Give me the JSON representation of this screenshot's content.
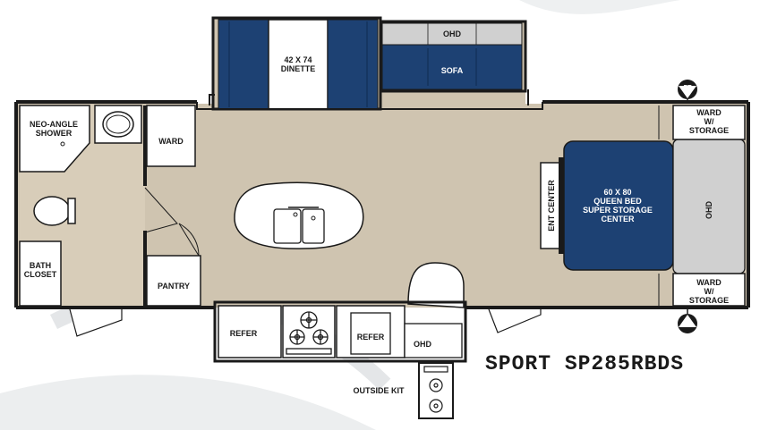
{
  "model_name": "SPORT SP285RBDS",
  "rooms": {
    "neo_angle_shower": "NEO-ANGLE\nSHOWER",
    "ward_front": "WARD",
    "bath_closet": "BATH\nCLOSET",
    "pantry": "PANTRY",
    "dinette": "42 X 74\nDINETTE",
    "ohd_slide": "OHD",
    "sofa": "SOFA",
    "refer_main": "REFER",
    "refer_small": "REFER",
    "ohd_kitchen": "OHD",
    "outside_kit": "OUTSIDE KIT",
    "ent_center": "ENT CENTER",
    "queen_bed": "60 X 80\nQUEEN BED\nSUPER STORAGE\nCENTER",
    "ohd_bedroom": "OHD",
    "ward_top": "WARD\nW/\nSTORAGE",
    "ward_bottom": "WARD\nW/\nSTORAGE"
  },
  "markers": {
    "pt_top": "PT",
    "pt_bottom": "PT"
  },
  "colors": {
    "floor": "#cfc4b0",
    "upholstery": "#1d4173",
    "walls": "#1a1a1a",
    "fixtures": "#ffffff",
    "gray_storage": "#d0d0d0"
  }
}
